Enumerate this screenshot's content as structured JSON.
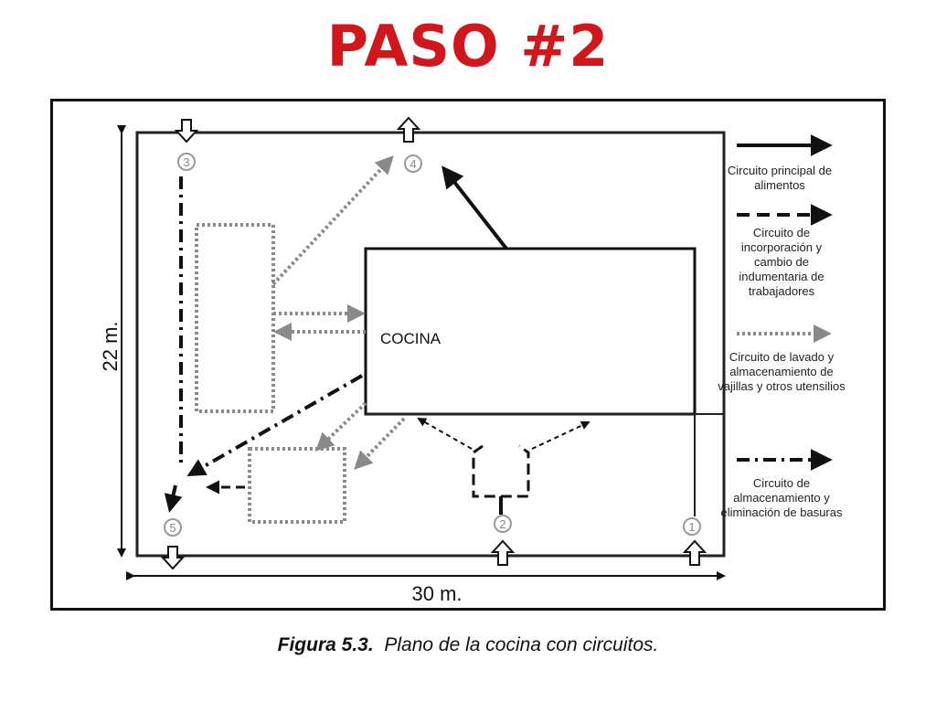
{
  "title": "PASO #2",
  "title_color": "#d0181c",
  "caption": {
    "label": "Figura 5.3.",
    "text": "Plano de la cocina con circuitos."
  },
  "plan": {
    "room_label": "COCINA",
    "height_label": "22 m.",
    "width_label": "30 m.",
    "points": [
      "1",
      "2",
      "3",
      "4",
      "5"
    ]
  },
  "legend": [
    {
      "style": "solid",
      "label": "Circuito principal de alimentos"
    },
    {
      "style": "dashed",
      "label": "Circuito de incorporación y cambio de indumentaria de trabajadores"
    },
    {
      "style": "dotted",
      "label": "Circuito de lavado y almacenamiento de vajillas y otros utensilios"
    },
    {
      "style": "dashdot",
      "label": "Circuito de almacenamiento y eliminación de basuras"
    }
  ],
  "colors": {
    "line": "#111111",
    "dotted": "#8a8a8a"
  }
}
